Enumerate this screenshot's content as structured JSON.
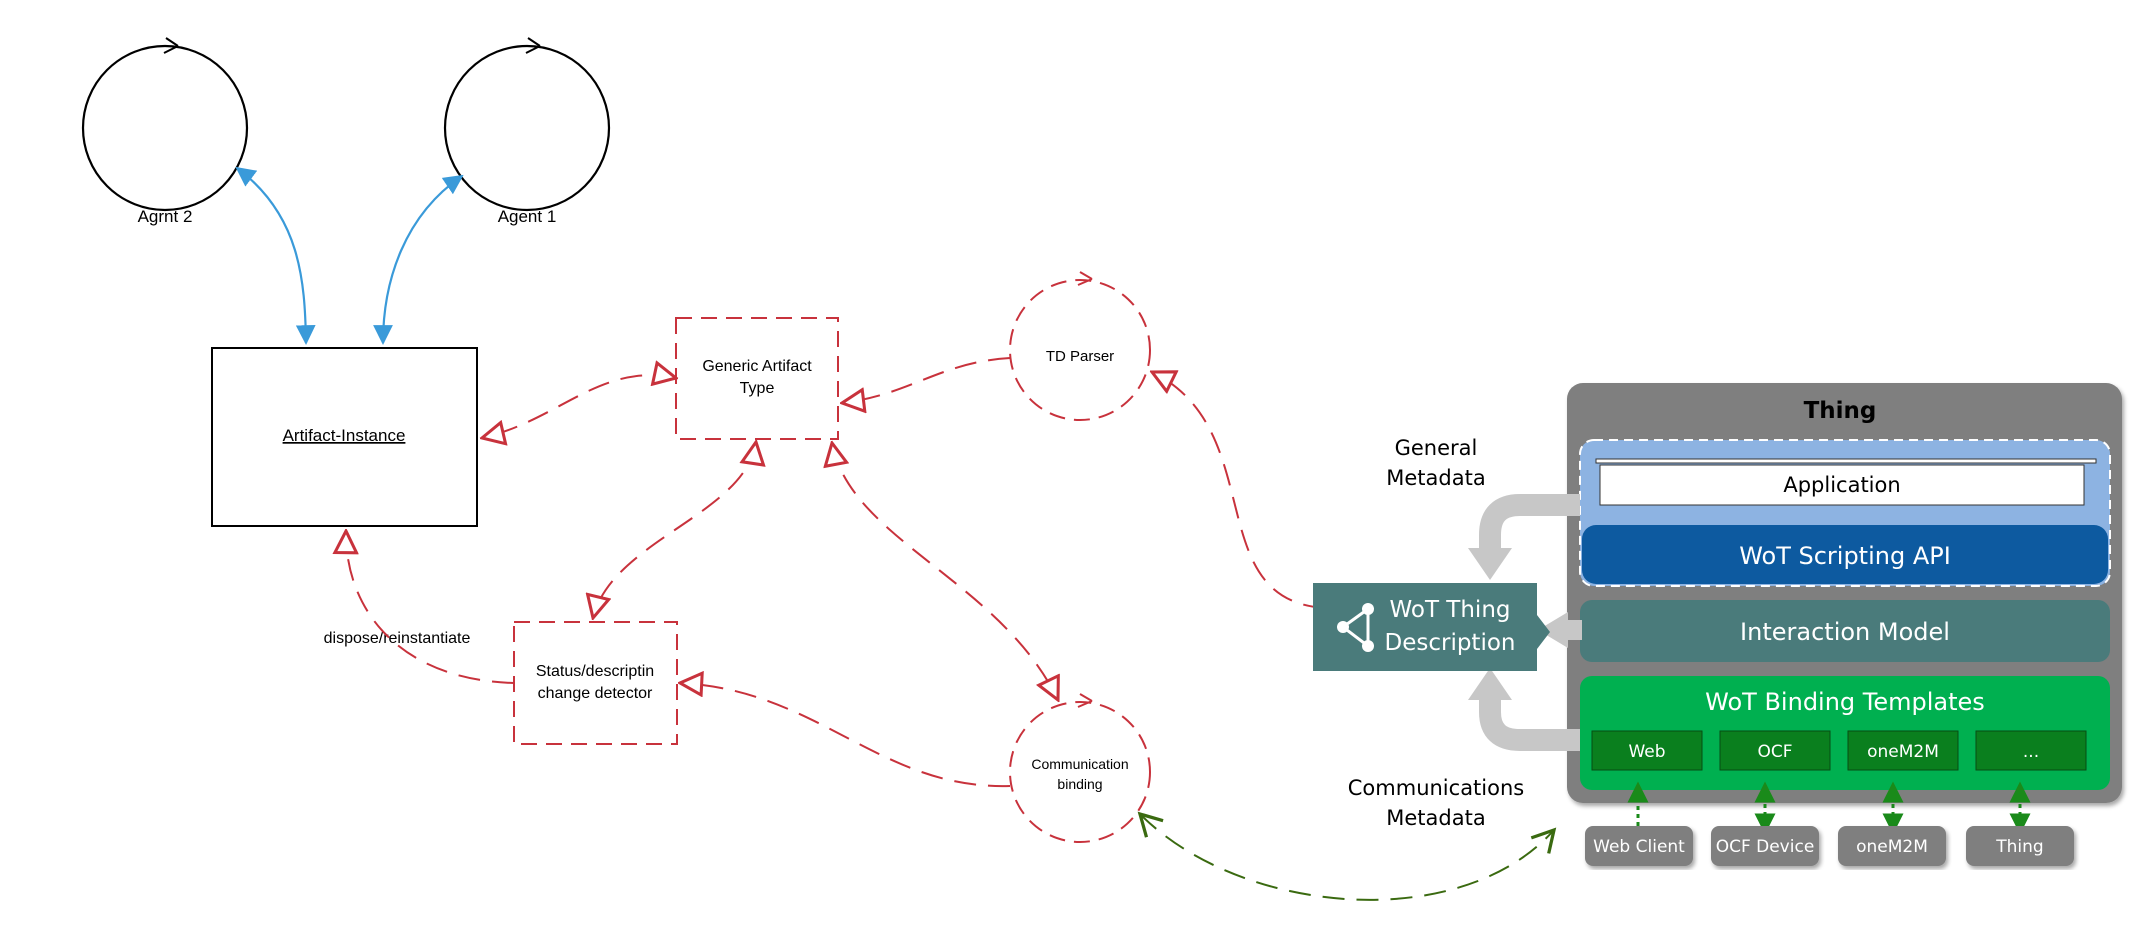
{
  "agents": [
    {
      "name": "Agrnt 2"
    },
    {
      "name": "Agent 1"
    }
  ],
  "artifact_instance": "Artifact-Instance",
  "generic_artifact_type": {
    "line1": "Generic Artifact",
    "line2": "Type"
  },
  "td_parser": "TD Parser",
  "status_detector": {
    "line1": "Status/descriptin",
    "line2": "change detector"
  },
  "communication_binding": {
    "line1": "Communication",
    "line2": "binding"
  },
  "dispose_label": "dispose/reinstantiate",
  "general_metadata": {
    "line1": "General",
    "line2": "Metadata"
  },
  "communications_metadata": {
    "line1": "Communications",
    "line2": "Metadata"
  },
  "wot_td": {
    "line1": "WoT Thing",
    "line2": "Description"
  },
  "thing": {
    "title": "Thing",
    "application": "Application",
    "scripting_api": "WoT Scripting API",
    "interaction_model": "Interaction Model",
    "binding_templates": "WoT Binding Templates",
    "bindings": [
      "Web",
      "OCF",
      "oneM2M",
      "..."
    ],
    "clients": [
      "Web Client",
      "OCF Device",
      "oneM2M",
      "Thing"
    ]
  },
  "colors": {
    "blue_arrow": "#3a9ad9",
    "red_dashed": "#c8323c",
    "green_dashed": "#3a6a10",
    "thing_bg": "#7f7f7f",
    "app_bg": "#8db3e2",
    "scripting_bg": "#0d5aa0",
    "interaction_bg": "#4a7b7b",
    "binding_bg": "#00b050",
    "binding_item": "#0a7f1e",
    "td_bg": "#4a7b7b",
    "metadata_arrow": "#c7c7c7"
  }
}
